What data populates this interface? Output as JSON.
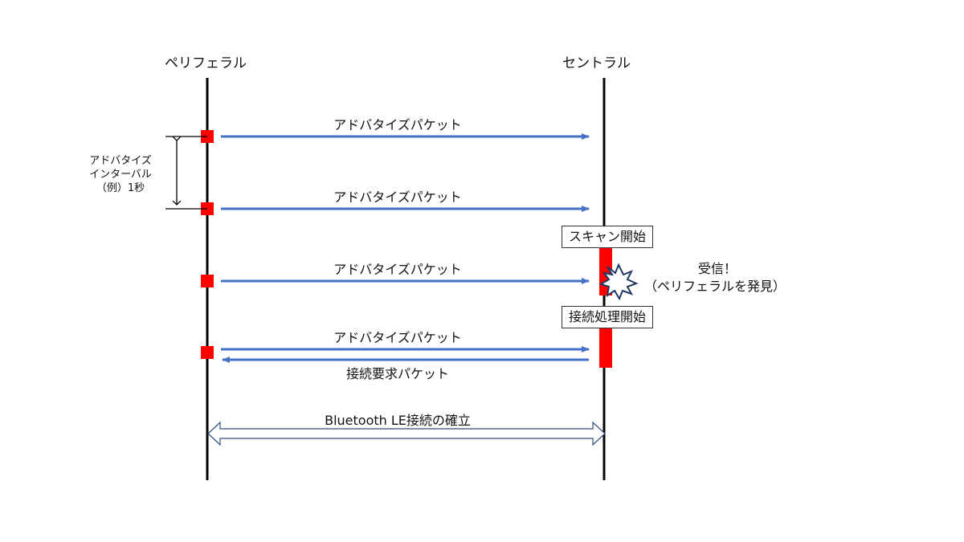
{
  "lanes": {
    "peripheral": "ペリフェラル",
    "central": "セントラル"
  },
  "messages": [
    "アドバタイズパケット",
    "アドバタイズパケット",
    "アドバタイズパケット",
    "アドバタイズパケット"
  ],
  "connect_request": "接続要求パケット",
  "interval": {
    "line1": "アドバタイズ",
    "line2": "インターバル",
    "line3": "（例）1秒"
  },
  "scan_start": "スキャン開始",
  "connect_process_start": "接続処理開始",
  "received": {
    "line1": "受信！",
    "line2": "（ペリフェラルを発見）"
  },
  "connection": "Bluetooth LE接続の確立",
  "colors": {
    "arrow": "#4472c4",
    "marker": "#ff0000",
    "lifeline": "#000000",
    "burst": "#1f3864"
  },
  "icons": {
    "burst": "explosion-burst-icon"
  }
}
